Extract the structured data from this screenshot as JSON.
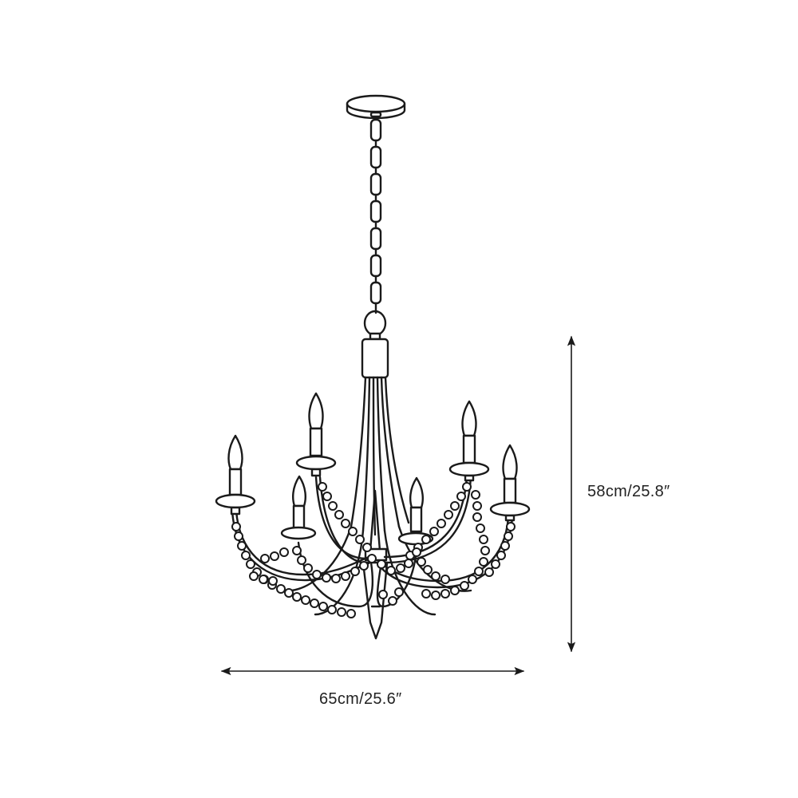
{
  "diagram": {
    "subject": "Chandelier dimension drawing",
    "style": "black line art on white",
    "colors": {
      "line": "#1a1a1a",
      "background": "#ffffff",
      "text": "#222222"
    },
    "components": {
      "canopy": "ceiling canopy",
      "chain": "link chain",
      "body": "central column with arched arms",
      "candles": 6,
      "bead_strands": "draped bead garlands",
      "finial": "bottom spike finial"
    },
    "dimensions": {
      "height": {
        "label": "58cm/25.8″",
        "orientation": "vertical"
      },
      "width": {
        "label": "65cm/25.6″",
        "orientation": "horizontal"
      }
    }
  }
}
